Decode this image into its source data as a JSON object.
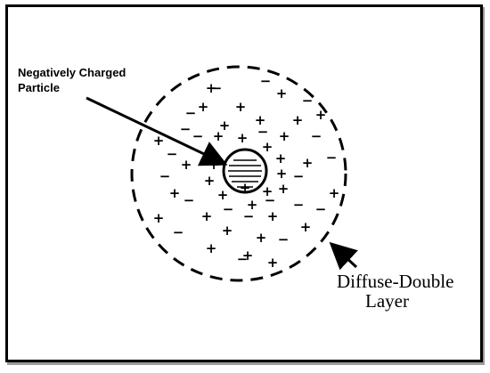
{
  "labels": {
    "particle_line1": "Negatively Charged",
    "particle_line2": "Particle",
    "layer_line1": "Diffuse-Double",
    "layer_line2": "Layer"
  },
  "signs": {
    "plus": "+",
    "minus": "−"
  }
}
